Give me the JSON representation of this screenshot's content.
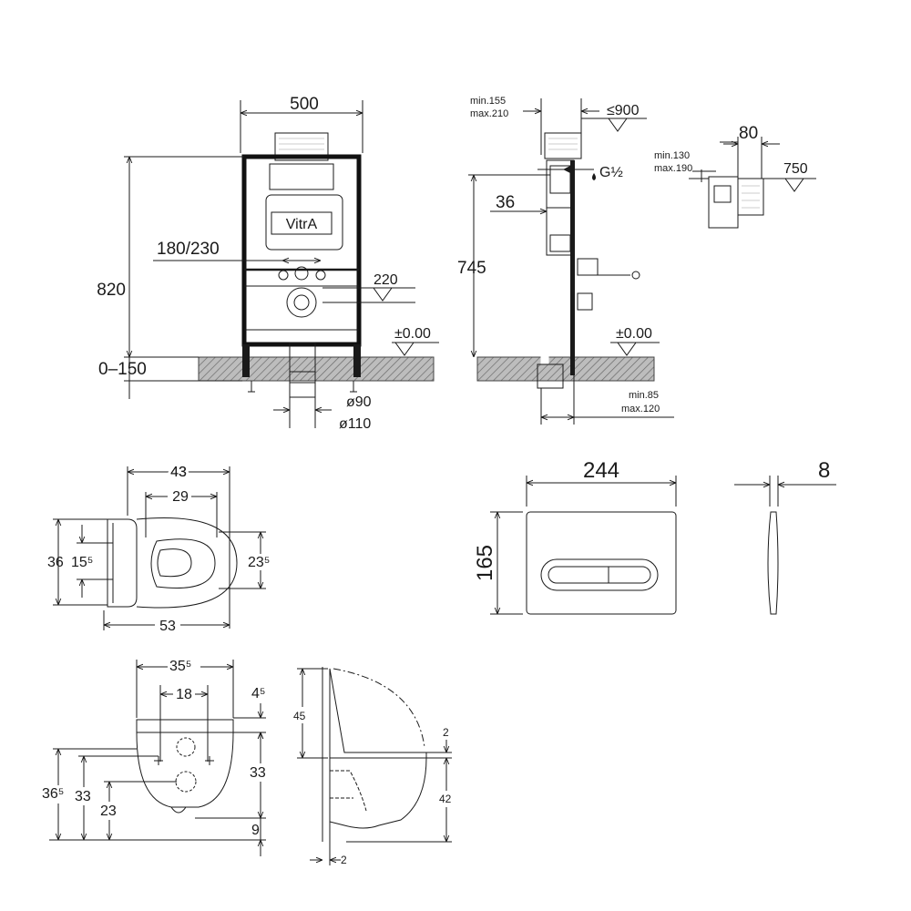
{
  "frame_view": {
    "width": "500",
    "height": "820",
    "floor_range": "0–150",
    "inlet_span": "180/230",
    "outlet_height": "220",
    "level": "±0.00",
    "pipe_90": "ø90",
    "pipe_110": "ø110",
    "brand_logo": "VitrA"
  },
  "side_view": {
    "min_max_top_1": "min.155",
    "min_max_top_2": "max.210",
    "max_900": "≤900",
    "height": "745",
    "offset": "36",
    "level": "±0.00",
    "thread": "G½",
    "min_max_bottom_1": "min.85",
    "min_max_bottom_2": "max.120"
  },
  "valve_detail": {
    "range_1": "min.130",
    "range_2": "max.190",
    "width": "80",
    "height": "750"
  },
  "seat_top_view": {
    "overall_width": "43",
    "inner_width": "29",
    "length": "53",
    "depth_a": "36",
    "depth_b": "15⁵",
    "depth_c": "23⁵"
  },
  "flush_plate": {
    "width": "244",
    "height": "165",
    "thickness": "8"
  },
  "bowl_front_view": {
    "width": "35⁵",
    "hole_spacing": "18",
    "top": "4⁵",
    "height_a": "36⁵",
    "height_b": "33",
    "height_c": "23",
    "height_d": "33",
    "bottom": "9"
  },
  "bowl_side_view": {
    "lid_height": "45",
    "rim_gap": "2",
    "bowl_height": "42",
    "wall_gap": "2"
  }
}
